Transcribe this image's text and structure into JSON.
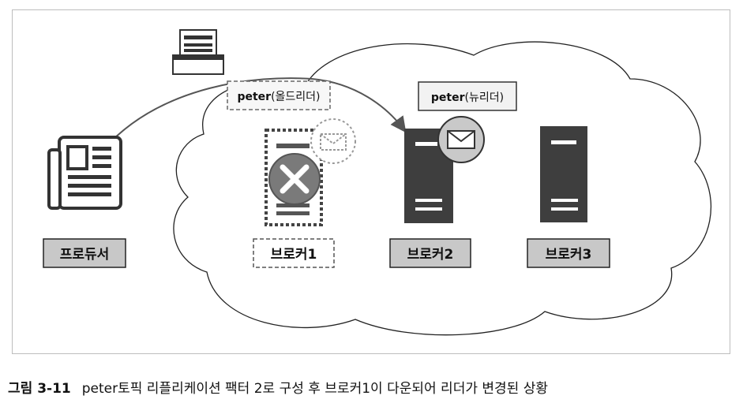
{
  "producer": {
    "label": "프로듀서",
    "icon": "newspaper-icon"
  },
  "message_icon": "mailbox-icon",
  "brokers": [
    {
      "label": "브로커1",
      "state": "down",
      "icon": "server-icon",
      "status_icon": "x-circle-icon"
    },
    {
      "label": "브로커2",
      "state": "leader",
      "icon": "server-icon",
      "status_icon": "envelope-icon"
    },
    {
      "label": "브로커3",
      "state": "normal",
      "icon": "server-icon"
    }
  ],
  "tags": {
    "old_leader": {
      "name": "peter",
      "role": "(올드리더)"
    },
    "new_leader": {
      "name": "peter",
      "role": "(뉴리더)"
    }
  },
  "caption": {
    "figure": "그림 3-11",
    "text": "peter토픽 리플리케이션 팩터 2로 구성 후 브로커1이 다운되어 리더가 변경된 상황"
  },
  "colors": {
    "server": "#3e3e3e",
    "label_fill": "#c8c8c8",
    "x_circle": "#7a7a7a",
    "tag_fill": "#f2f2f2"
  }
}
